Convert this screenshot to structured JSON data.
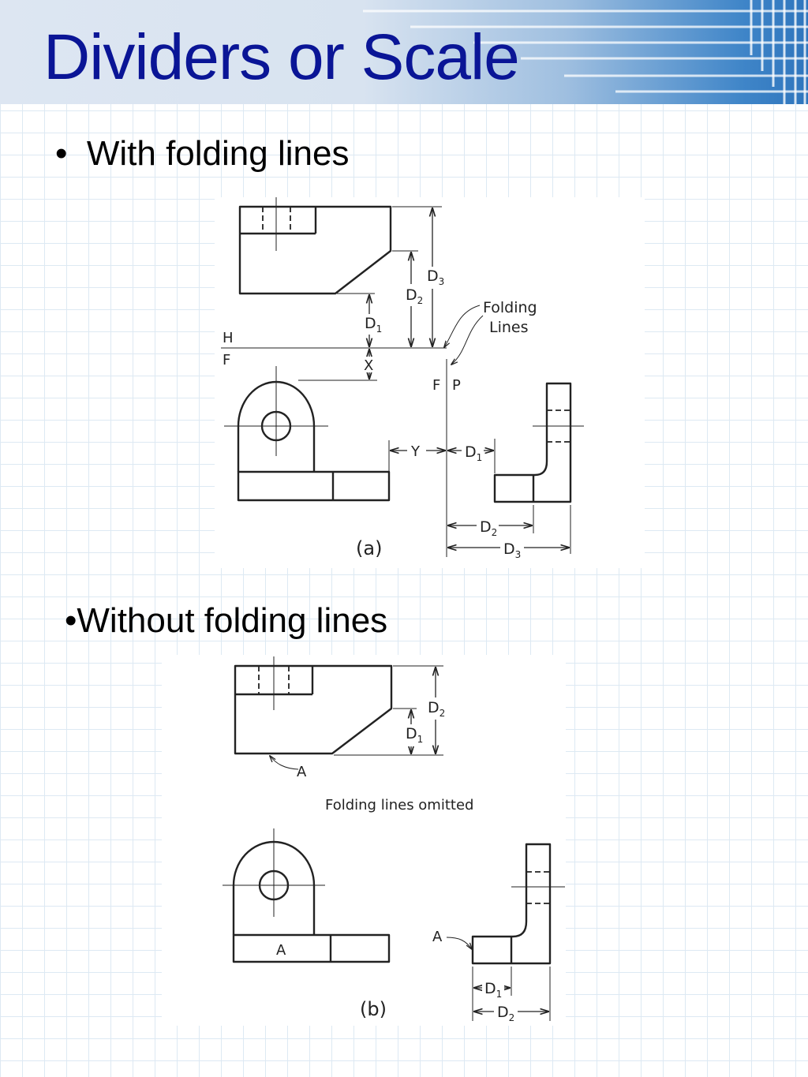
{
  "slide": {
    "title": "Dividers or Scale",
    "bullets": [
      {
        "marker": "•",
        "text": "With folding lines"
      },
      {
        "marker": "•",
        "text": "Without folding lines"
      }
    ]
  },
  "figure_a": {
    "caption": "(a)",
    "folding_label_line1": "Folding",
    "folding_label_line2": "Lines",
    "plane_h": "H",
    "plane_f": "F",
    "plane_f2": "F",
    "plane_p": "P",
    "dim_x": "X",
    "dim_y": "Y",
    "dim_d": "D",
    "sub_1": "1",
    "sub_2": "2",
    "sub_3": "3"
  },
  "figure_b": {
    "caption": "(b)",
    "omitted_note": "Folding lines omitted",
    "ref_a": "A",
    "dim_d": "D",
    "sub_1": "1",
    "sub_2": "2"
  },
  "colors": {
    "title": "#0a1596",
    "header_blue": "#2f75bd",
    "grid": "#dde9f3"
  }
}
